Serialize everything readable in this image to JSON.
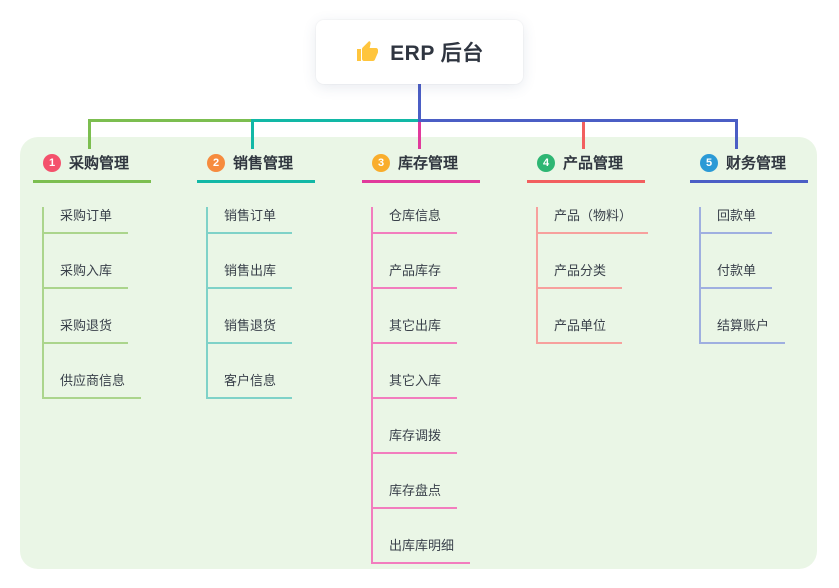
{
  "root": {
    "title": "ERP 后台",
    "icon": "thumbs-up-icon",
    "icon_color": "#FFC53D",
    "connector_color": "#4B5EC5"
  },
  "board": {
    "background": "#EAF6E6"
  },
  "branches": [
    {
      "num": "1",
      "title": "采购管理",
      "line_color": "#7CBE50",
      "child_line_color": "#ABD58C",
      "badge_color": "#F4516C",
      "children": [
        "采购订单",
        "采购入库",
        "采购退货",
        "供应商信息"
      ]
    },
    {
      "num": "2",
      "title": "销售管理",
      "line_color": "#12B8A6",
      "child_line_color": "#7FD2C8",
      "badge_color": "#F68B3E",
      "children": [
        "销售订单",
        "销售出库",
        "销售退货",
        "客户信息"
      ]
    },
    {
      "num": "3",
      "title": "库存管理",
      "line_color": "#E13A9C",
      "child_line_color": "#F27DBE",
      "badge_color": "#F9AD2C",
      "children": [
        "仓库信息",
        "产品库存",
        "其它出库",
        "其它入库",
        "库存调拨",
        "库存盘点",
        "出库库明细"
      ]
    },
    {
      "num": "4",
      "title": "产品管理",
      "line_color": "#F25F5F",
      "child_line_color": "#F7A09D",
      "badge_color": "#2EB673",
      "children": [
        "产品（物料）",
        "产品分类",
        "产品单位"
      ]
    },
    {
      "num": "5",
      "title": "财务管理",
      "line_color": "#4B5EC5",
      "child_line_color": "#9FAFE0",
      "badge_color": "#2B9AD6",
      "children": [
        "回款单",
        "付款单",
        "结算账户"
      ]
    }
  ]
}
